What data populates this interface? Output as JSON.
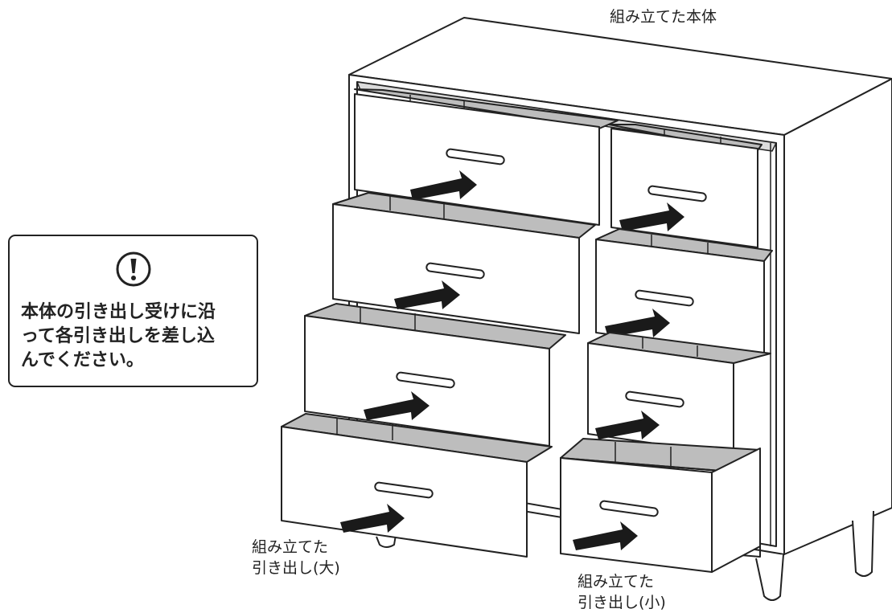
{
  "labels": {
    "assembled_body": "組み立てた本体",
    "large_drawer": [
      "組み立てた",
      "引き出し(大)"
    ],
    "small_drawer": [
      "組み立てた",
      "引き出し(小)"
    ]
  },
  "note": {
    "icon": "exclamation-circle-icon",
    "lines": [
      "本体の引き出し受けに沿",
      "って各引き出しを差し込",
      "んでください。"
    ]
  },
  "colors": {
    "line": "#222222",
    "drawer_inner": "#bdbdbd",
    "arrow": "#1a1a1a",
    "face": "#ffffff"
  }
}
